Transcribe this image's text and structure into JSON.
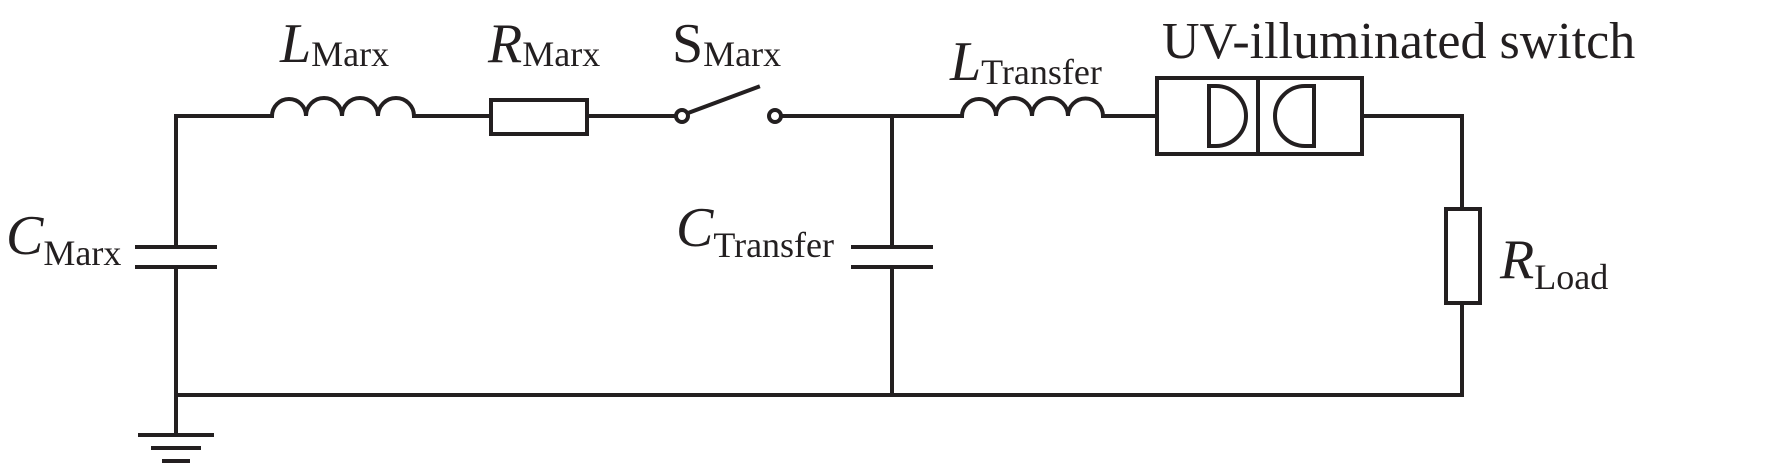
{
  "title": "UV-illuminated switch",
  "labels": {
    "l_marx": {
      "symbol": "L",
      "subscript": "Marx"
    },
    "r_marx": {
      "symbol": "R",
      "subscript": "Marx"
    },
    "s_marx": {
      "symbol": "S",
      "subscript": "Marx"
    },
    "l_transfer": {
      "symbol": "L",
      "subscript": "Transfer"
    },
    "c_marx": {
      "symbol": "C",
      "subscript": "Marx"
    },
    "c_transfer": {
      "symbol": "C",
      "subscript": "Transfer"
    },
    "r_load": {
      "symbol": "R",
      "subscript": "Load"
    }
  },
  "colors": {
    "line": "#231f20",
    "background": "#ffffff"
  }
}
